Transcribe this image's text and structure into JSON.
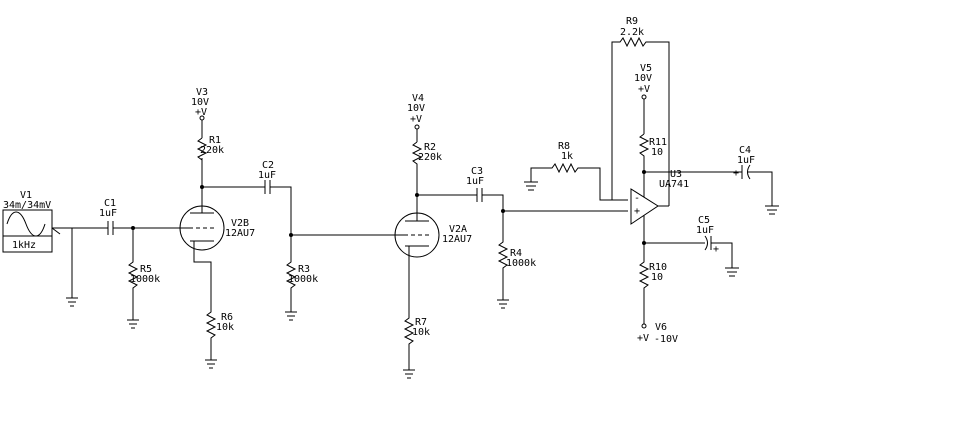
{
  "components": {
    "V1": {
      "ref": "V1",
      "value": "34m/34mV",
      "freq": "1kHz"
    },
    "C1": {
      "ref": "C1",
      "value": "1uF"
    },
    "R5": {
      "ref": "R5",
      "value": "1000k"
    },
    "V3": {
      "ref": "V3",
      "value": "10V",
      "sym": "+V"
    },
    "R1": {
      "ref": "R1",
      "value": "220k"
    },
    "V2B": {
      "ref": "V2B",
      "value": "12AU7"
    },
    "R6": {
      "ref": "R6",
      "value": "10k"
    },
    "C2": {
      "ref": "C2",
      "value": "1uF"
    },
    "R3": {
      "ref": "R3",
      "value": "1000k"
    },
    "V4": {
      "ref": "V4",
      "value": "10V",
      "sym": "+V"
    },
    "R2": {
      "ref": "R2",
      "value": "220k"
    },
    "V2A": {
      "ref": "V2A",
      "value": "12AU7"
    },
    "R7": {
      "ref": "R7",
      "value": "10k"
    },
    "C3": {
      "ref": "C3",
      "value": "1uF"
    },
    "R4": {
      "ref": "R4",
      "value": "1000k"
    },
    "R8": {
      "ref": "R8",
      "value": "1k"
    },
    "R9": {
      "ref": "R9",
      "value": "2.2k"
    },
    "V5": {
      "ref": "V5",
      "value": "10V",
      "sym": "+V"
    },
    "R11": {
      "ref": "R11",
      "value": "10"
    },
    "U3": {
      "ref": "U3",
      "value": "UA741"
    },
    "C4": {
      "ref": "C4",
      "value": "1uF"
    },
    "C5": {
      "ref": "C5",
      "value": "1uF"
    },
    "R10": {
      "ref": "R10",
      "value": "10"
    },
    "V6": {
      "ref": "V6",
      "value": "-10V",
      "sym": "+V"
    }
  },
  "opamp_pins": {
    "minus": "-",
    "plus": "+"
  },
  "cap_polarity": {
    "c4": "+",
    "c5": "+"
  }
}
